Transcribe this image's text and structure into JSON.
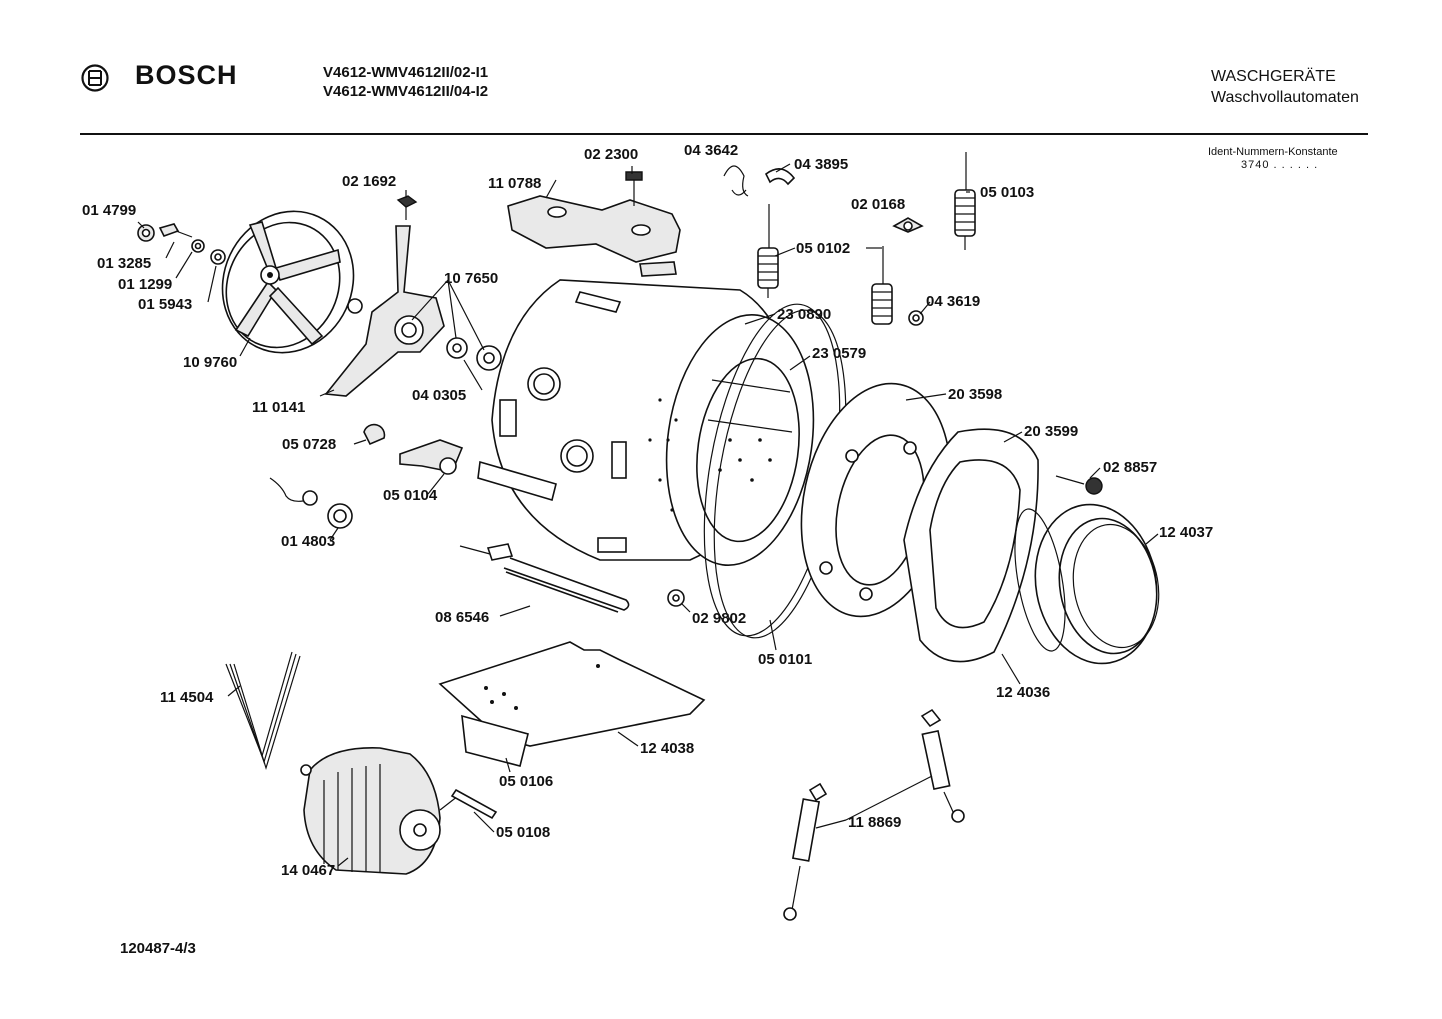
{
  "header": {
    "brand": "BOSCH",
    "model_line_1": "V4612-WMV4612II/02-I1",
    "model_line_2": "V4612-WMV4612II/04-I2",
    "category": "WASCHGERÄTE",
    "subcategory": "Waschvollautomaten"
  },
  "ident": {
    "label": "Ident-Nummern-Konstante",
    "value": "3740  . .   . . . ."
  },
  "footer": {
    "drawing_number": "120487-4/3"
  },
  "parts": [
    "01 4799",
    "01 3285",
    "01 1299",
    "01 5943",
    "10 9760",
    "02 1692",
    "10 7650",
    "11 0141",
    "04 0305",
    "05 0728",
    "05 0104",
    "01 4803",
    "11 0788",
    "02 2300",
    "04 3642",
    "04 3895",
    "05 0102",
    "02 0168",
    "05 0103",
    "04 3619",
    "23 0890",
    "23 0579",
    "20 3598",
    "20 3599",
    "02 8857",
    "12 4037",
    "12 4036",
    "05 0101",
    "02 9802",
    "08 6546",
    "12 4038",
    "05 0106",
    "05 0108",
    "11 4504",
    "14 0467",
    "11 8869"
  ]
}
